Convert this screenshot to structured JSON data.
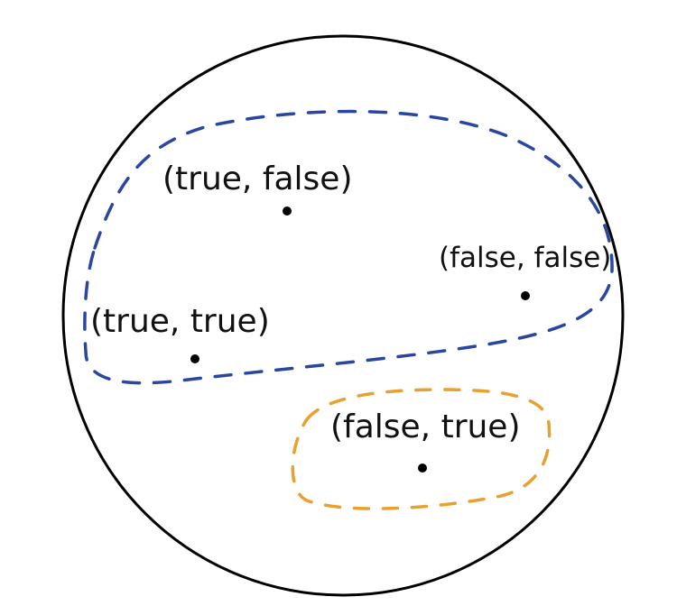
{
  "colors": {
    "outline": "#000000",
    "blue_region": "#2a46a0",
    "orange_region": "#e8a130",
    "point": "#000000"
  },
  "points": [
    {
      "id": "true-false",
      "label": "(true, false)"
    },
    {
      "id": "false-false",
      "label": "(false, false)"
    },
    {
      "id": "true-true",
      "label": "(true, true)"
    },
    {
      "id": "false-true",
      "label": "(false, true)"
    }
  ]
}
